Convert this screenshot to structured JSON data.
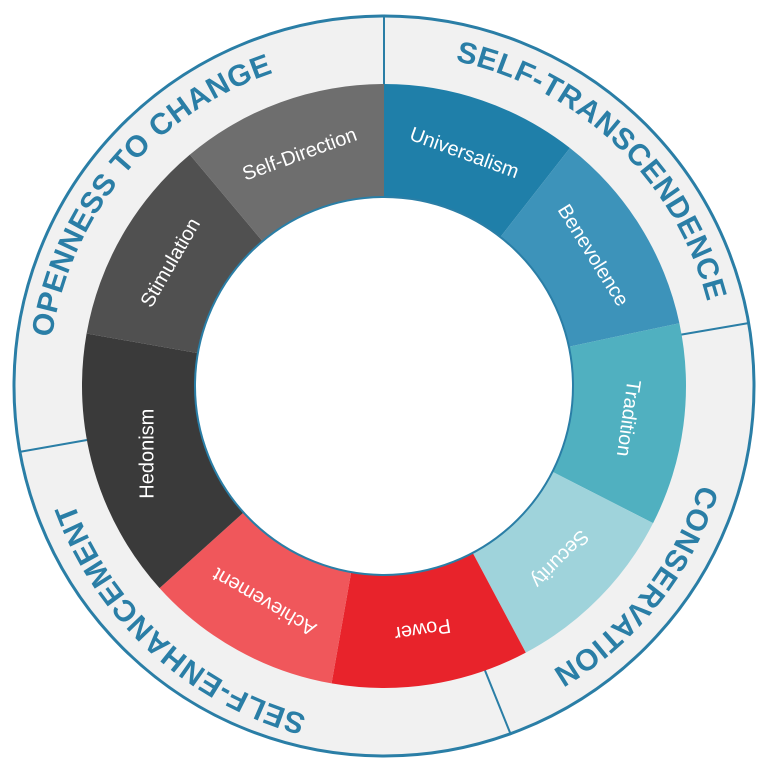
{
  "higher_order_values": [
    {
      "id": "self-transcendence",
      "label": "SELF-TRANSCENDENCE"
    },
    {
      "id": "conservation",
      "label": "CONSERVATION"
    },
    {
      "id": "self-enhancement",
      "label": "SELF-ENHANCEMENT"
    },
    {
      "id": "openness-to-change",
      "label": "OPENNESS TO CHANGE"
    }
  ],
  "basic_values": [
    {
      "id": "universalism",
      "label": "Universalism",
      "color": "#1f7fa9"
    },
    {
      "id": "benevolence",
      "label": "Benevolence",
      "color": "#3d93ba"
    },
    {
      "id": "tradition",
      "label": "Tradition",
      "color": "#50b0c0"
    },
    {
      "id": "security",
      "label": "Security",
      "color": "#9fd3db"
    },
    {
      "id": "power",
      "label": "Power",
      "color": "#e8232b"
    },
    {
      "id": "achievement",
      "label": "Achievement",
      "color": "#f0575b"
    },
    {
      "id": "hedonism",
      "label": "Hedonism",
      "color": "#3a3a3a"
    },
    {
      "id": "stimulation",
      "label": "Stimulation",
      "color": "#505050"
    },
    {
      "id": "self-direction",
      "label": "Self-Direction",
      "color": "#6e6e6e"
    }
  ],
  "colors": {
    "outer_ring_fill": "#f1f1f1",
    "outline": "#2a7ea6",
    "category_text": "#2a7ea6",
    "value_text": "#ffffff"
  }
}
